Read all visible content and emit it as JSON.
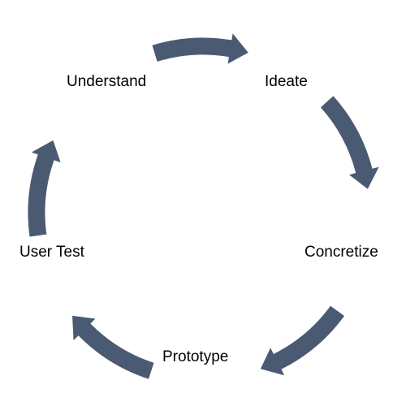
{
  "diagram": {
    "arrow_color": "#4a5a72",
    "stages": [
      {
        "label": "Understand"
      },
      {
        "label": "Ideate"
      },
      {
        "label": "Concretize"
      },
      {
        "label": "Prototype"
      },
      {
        "label": "User Test"
      }
    ]
  }
}
